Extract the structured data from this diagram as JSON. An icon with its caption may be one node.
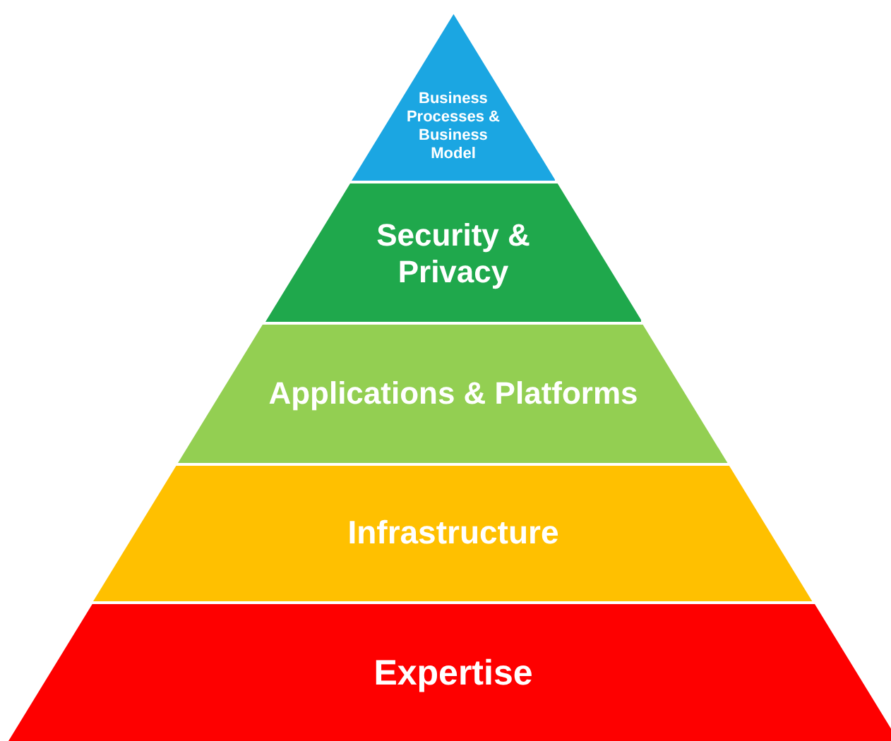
{
  "diagram": {
    "nodes": [
      {
        "text": [
          "Business Processes & Business Model"
        ]
      },
      {
        "text": [
          "Security & Privacy"
        ]
      },
      {
        "text": [
          "Applications & Platforms"
        ]
      },
      {
        "text": [
          "Infrastructure"
        ]
      },
      {
        "text": [
          "Expertise"
        ]
      }
    ]
  }
}
